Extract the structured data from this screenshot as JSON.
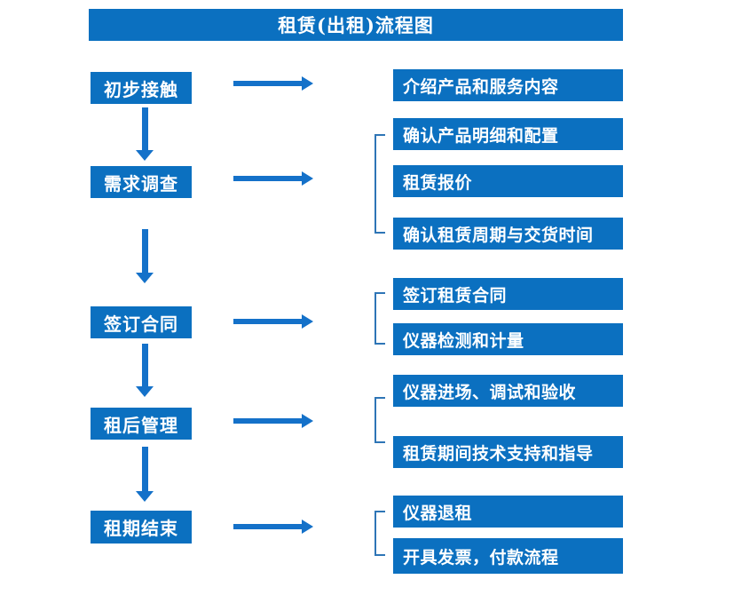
{
  "title": "租赁(出租)流程图",
  "colors": {
    "box_blue": "#0b70c0",
    "arrow_blue": "#1471c9",
    "bracket_blue": "#2e75b6",
    "box_text": "#ffffff"
  },
  "steps": [
    {
      "label": "初步接触"
    },
    {
      "label": "需求调查"
    },
    {
      "label": "签订合同"
    },
    {
      "label": "租后管理"
    },
    {
      "label": "租期结束"
    }
  ],
  "details": [
    {
      "label": "介绍产品和服务内容"
    },
    {
      "label": "确认产品明细和配置"
    },
    {
      "label": "租赁报价"
    },
    {
      "label": "确认租赁周期与交货时间"
    },
    {
      "label": "签订租赁合同"
    },
    {
      "label": "仪器检测和计量"
    },
    {
      "label": "仪器进场、调试和验收"
    },
    {
      "label": "租赁期间技术支持和指导"
    },
    {
      "label": "仪器退租"
    },
    {
      "label": "开具发票，付款流程"
    }
  ]
}
